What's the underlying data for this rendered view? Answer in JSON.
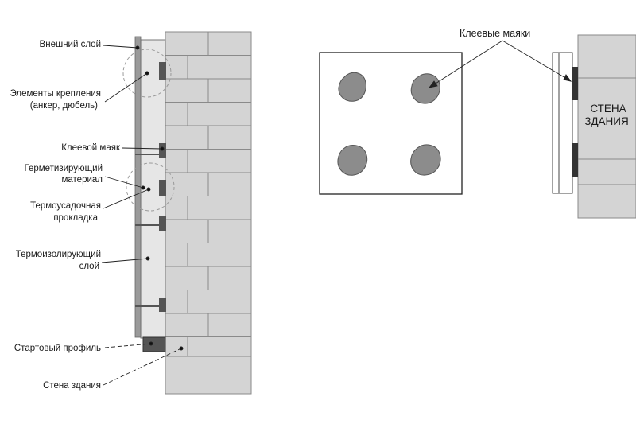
{
  "colors": {
    "brick": "#d4d4d4",
    "brick_line": "#8a8a8a",
    "insulation": "#e6e6e6",
    "outer_layer": "#9a9a9a",
    "fastener": "#555555",
    "glue_spot": "#8c8c8c",
    "line": "#222222",
    "circle": "#9a9a9a"
  },
  "left_labels": {
    "outer_layer": "Внешний слой",
    "fasteners_line1": "Элементы крепления",
    "fasteners_line2": "(анкер, дюбель)",
    "glue_beacon": "Клеевой маяк",
    "sealing_line1": "Герметизирующий",
    "sealing_line2": "материал",
    "heat_shrink_line1": "Термоусадочная",
    "heat_shrink_line2": "прокладка",
    "insulation_line1": "Термоизолирующий",
    "insulation_line2": "слой",
    "starter_profile": "Стартовый профиль",
    "building_wall": "Стена здания"
  },
  "right_labels": {
    "glue_beacons": "Клеевые маяки",
    "wall_line1": "СТЕНА",
    "wall_line2": "ЗДАНИЯ"
  }
}
